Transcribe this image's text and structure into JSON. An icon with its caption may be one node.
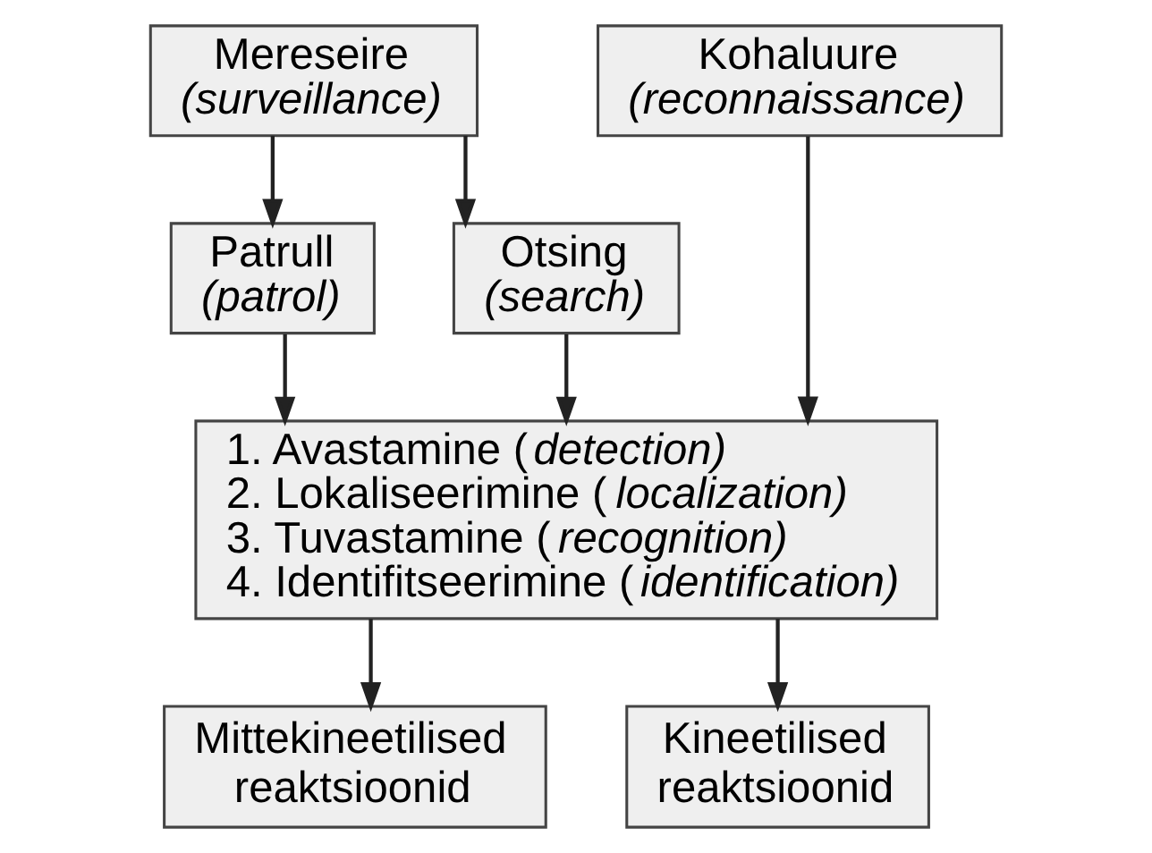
{
  "diagram": {
    "nodes": [
      {
        "text": [
          "Mereseire",
          "*(surveillance)*"
        ]
      },
      {
        "text": [
          "Kohaluure",
          "*(reconnaissance)*"
        ]
      },
      {
        "text": [
          "Patrull",
          "*(patrol)*"
        ]
      },
      {
        "text": [
          "Otsing",
          "*(search)*"
        ]
      },
      {
        "text": [
          "1. Avastamine (*detection)*",
          "2. Lokaliseerimine (*localization)*",
          "3. Tuvastamine (*recognition)*",
          "4. Identifitseerimine (*identification)*"
        ]
      },
      {
        "text": [
          "Mittekineetilised reaktsioonid"
        ]
      },
      {
        "text": [
          "Kineetilised reaktsioonid"
        ]
      }
    ],
    "edges": [
      {
        "from": 0,
        "to": 2,
        "arrow": "to"
      },
      {
        "from": 0,
        "to": 3,
        "arrow": "to"
      },
      {
        "from": 2,
        "to": 4,
        "arrow": "to"
      },
      {
        "from": 3,
        "to": 4,
        "arrow": "to"
      },
      {
        "from": 1,
        "to": 4,
        "arrow": "to"
      },
      {
        "from": 4,
        "to": 5,
        "arrow": "to"
      },
      {
        "from": 4,
        "to": 6,
        "arrow": "to"
      }
    ]
  }
}
